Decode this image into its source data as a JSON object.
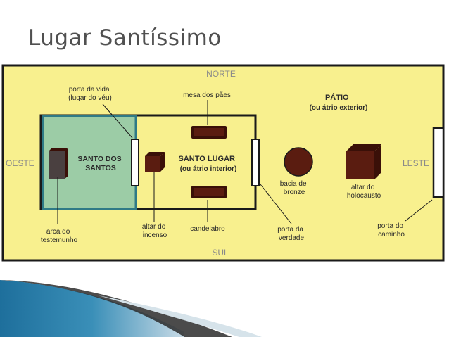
{
  "title": "Lugar Santíssimo",
  "compass": {
    "north": "NORTE",
    "south": "SUL",
    "west": "OESTE",
    "east": "LESTE"
  },
  "labels": {
    "porta_vida": [
      "porta da vida",
      "(lugar do véu)"
    ],
    "mesa_paes": [
      "mesa dos pães"
    ],
    "patio": [
      "PÁTIO",
      "(ou átrio exterior)"
    ],
    "santo_dos_santos": [
      "SANTO DOS",
      "SANTOS"
    ],
    "santo_lugar": [
      "SANTO LUGAR",
      "(ou átrio interior)"
    ],
    "bacia": [
      "bacia de",
      "bronze"
    ],
    "altar_holocausto": [
      "altar do",
      "holocausto"
    ],
    "arca": [
      "arca do",
      "testemunho"
    ],
    "altar_incenso": [
      "altar do",
      "incenso"
    ],
    "candelabro": [
      "candelabro"
    ],
    "porta_verdade": [
      "porta da",
      "verdade"
    ],
    "porta_caminho": [
      "porta do",
      "caminho"
    ]
  },
  "colors": {
    "background": "#f8f08e",
    "frame": "#1a1a1a",
    "highlight_fill": "#9ccca6",
    "highlight_border": "#2f7a86",
    "furniture": "#5a1c10",
    "door": "#ffffff"
  }
}
